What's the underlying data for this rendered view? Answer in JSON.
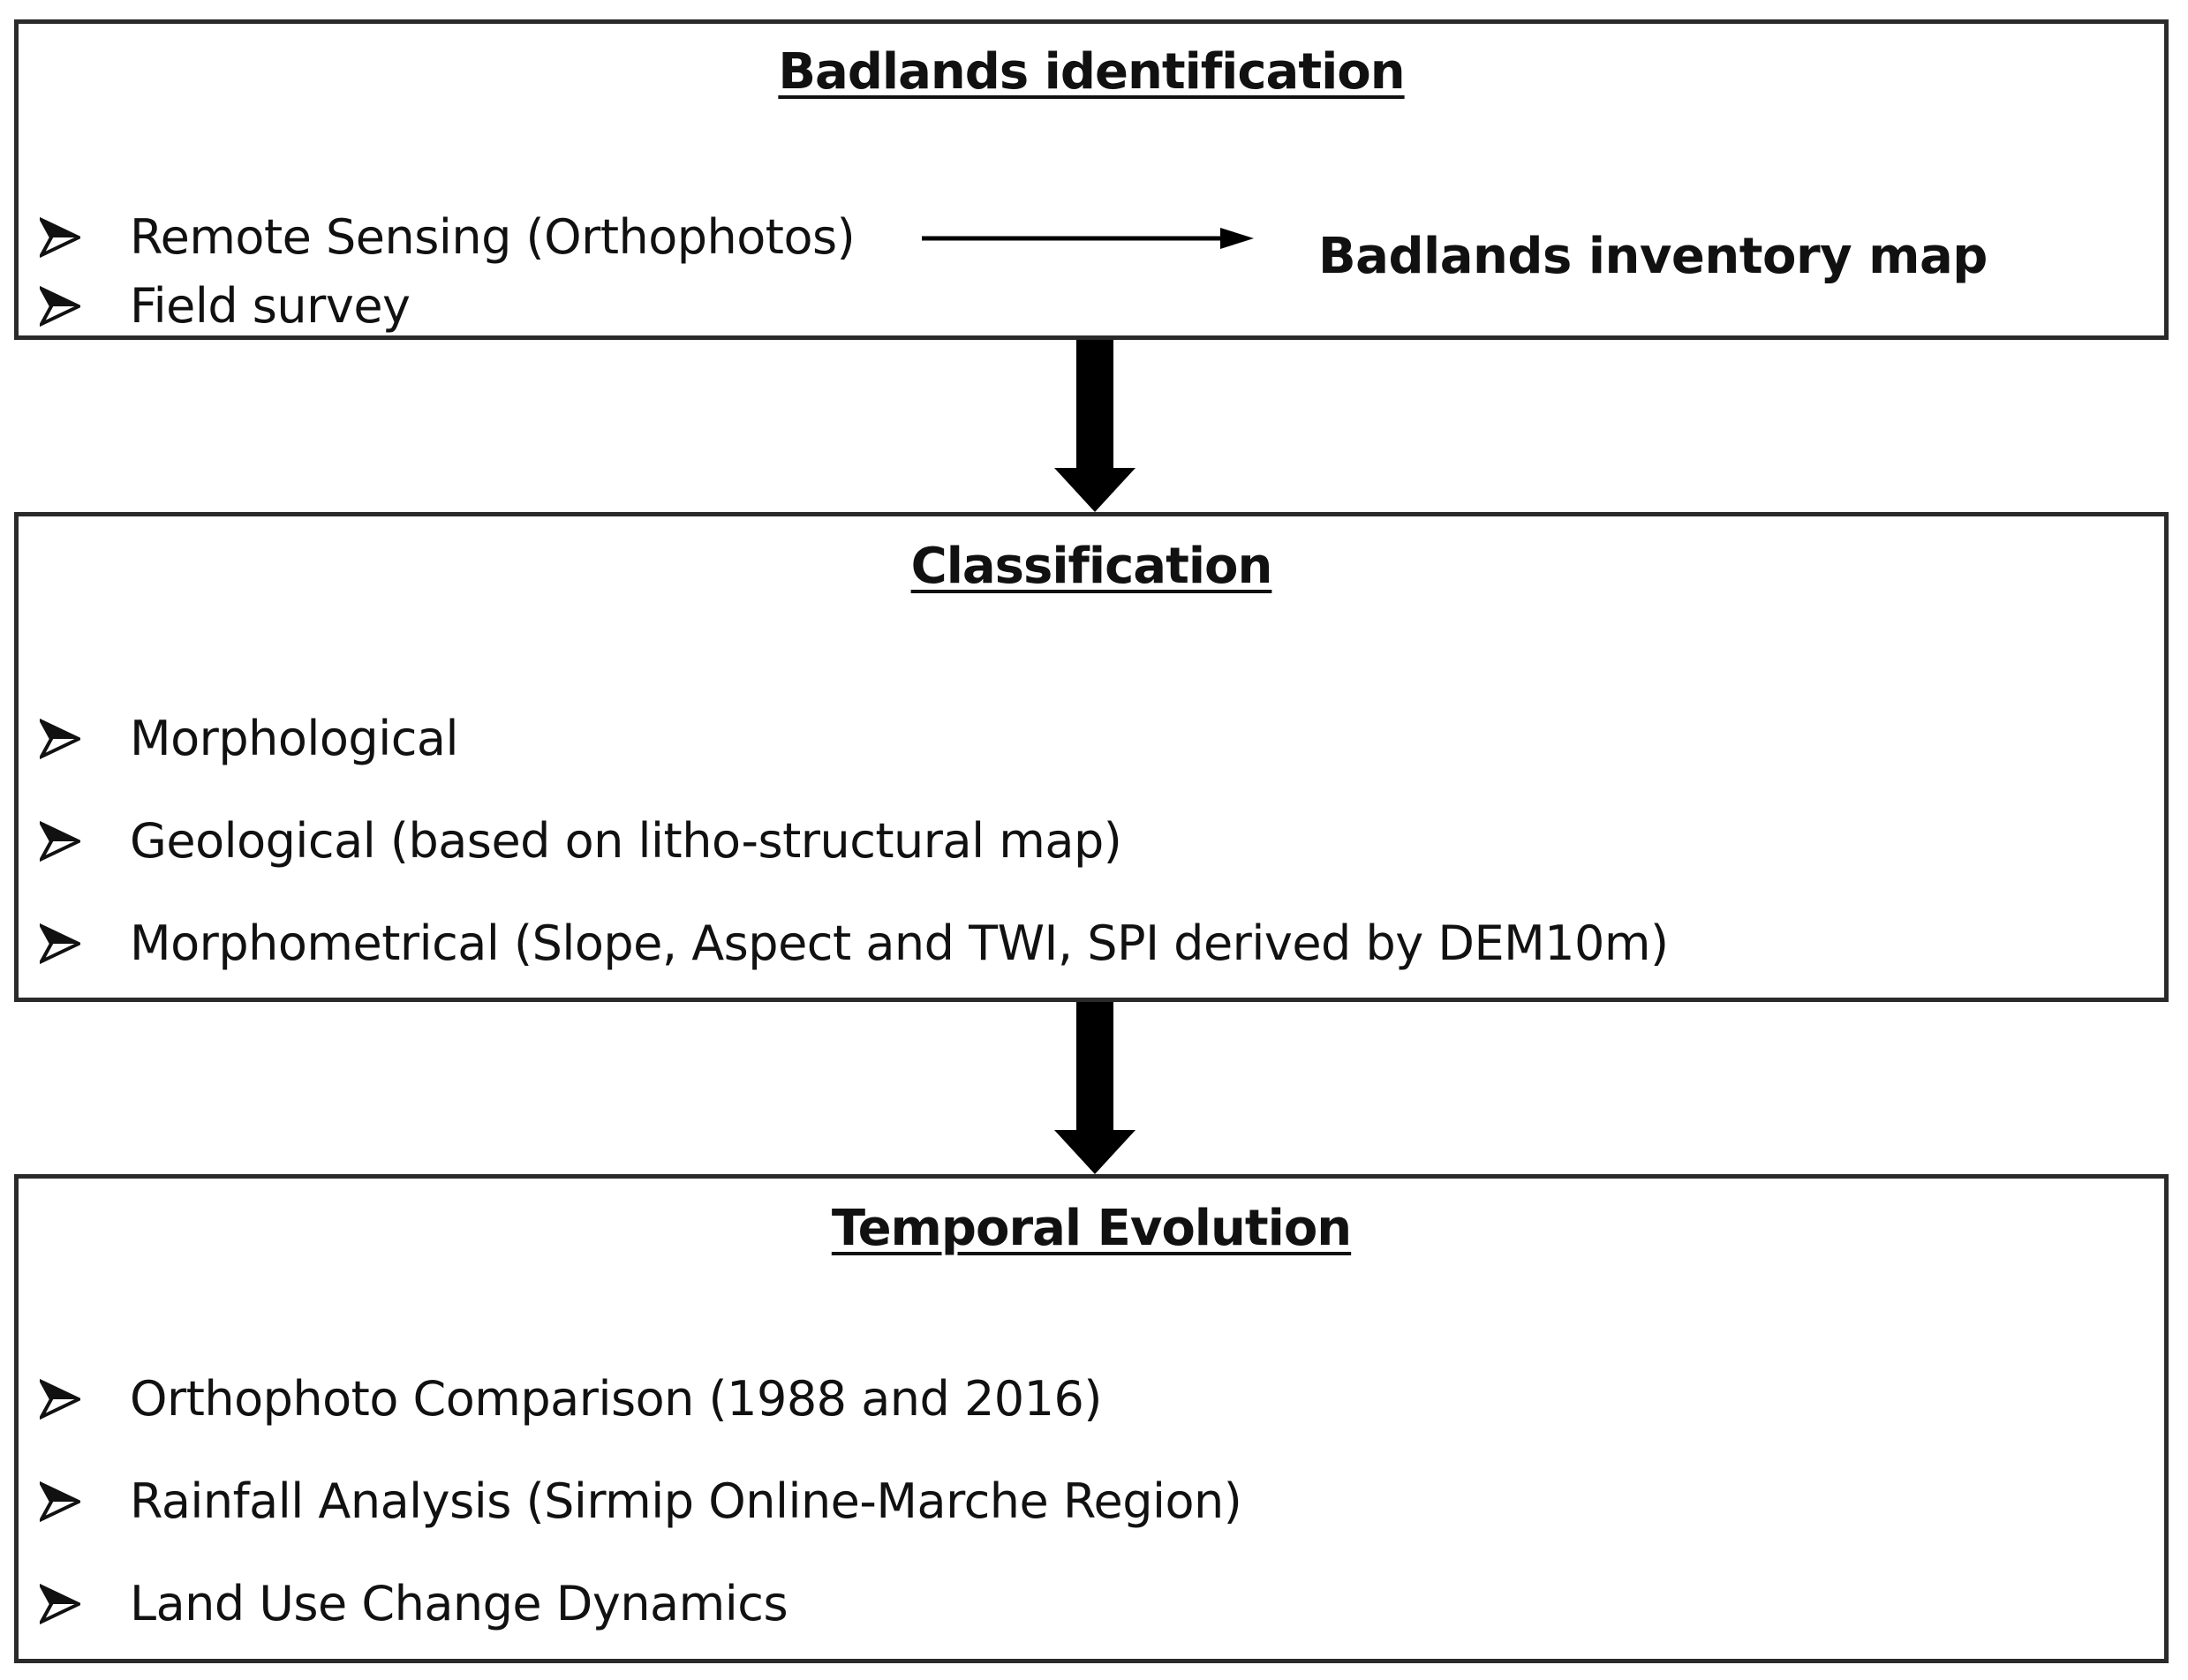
{
  "stages": [
    {
      "title": "Badlands identification",
      "items": [
        "Remote Sensing (Orthophotos)",
        "Field survey"
      ],
      "output": "Badlands inventory map"
    },
    {
      "title": "Classification",
      "items": [
        "Morphological",
        "Geological (based on litho-structural map)",
        "Morphometrical (Slope, Aspect and TWI, SPI derived by DEM10m)"
      ]
    },
    {
      "title": "Temporal Evolution",
      "items": [
        "Orthophoto Comparison (1988 and 2016)",
        "Rainfall Analysis (Sirmip Online-Marche Region)",
        "Land Use Change Dynamics"
      ]
    }
  ],
  "colors": {
    "border": "#2a2a2a",
    "text": "#111111",
    "arrow": "#000000",
    "background": "#ffffff"
  },
  "icons": {
    "bullet": "arrowhead-bullet-icon",
    "flow": "down-arrow-icon",
    "output": "right-arrow-icon"
  }
}
